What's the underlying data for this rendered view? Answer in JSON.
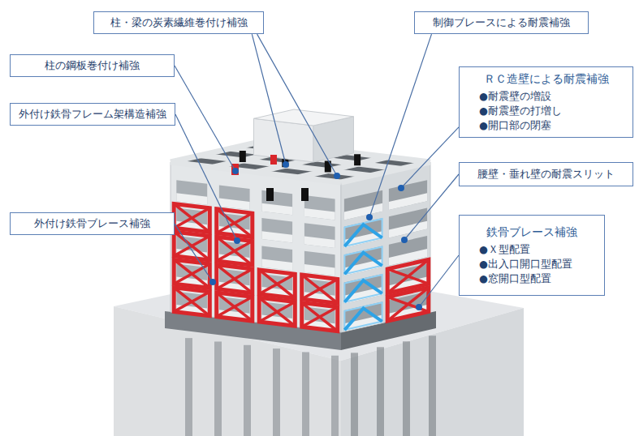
{
  "diagram": {
    "nodes": [
      {
        "text": [
          "柱・梁の炭素繊維巻付け補強"
        ]
      },
      {
        "text": [
          "制御ブレースによる耐震補強"
        ]
      },
      {
        "text": [
          "柱の鋼板巻付け補強"
        ]
      },
      {
        "text": [
          "ＲＣ造壁による耐震補強",
          "●耐震壁の増設",
          "●耐震壁の打増し",
          "●開口部の閉塞"
        ]
      },
      {
        "text": [
          "外付け鉄骨フレーム架構造補強"
        ]
      },
      {
        "text": [
          "腰壁・垂れ壁の耐震スリット"
        ]
      },
      {
        "text": [
          "外付け鉄骨ブレース補強"
        ]
      },
      {
        "text": [
          "鉄骨ブレース補強",
          "●Ｘ型配置",
          "●出入口開口型配置",
          "●窓開口型配置"
        ]
      }
    ]
  }
}
